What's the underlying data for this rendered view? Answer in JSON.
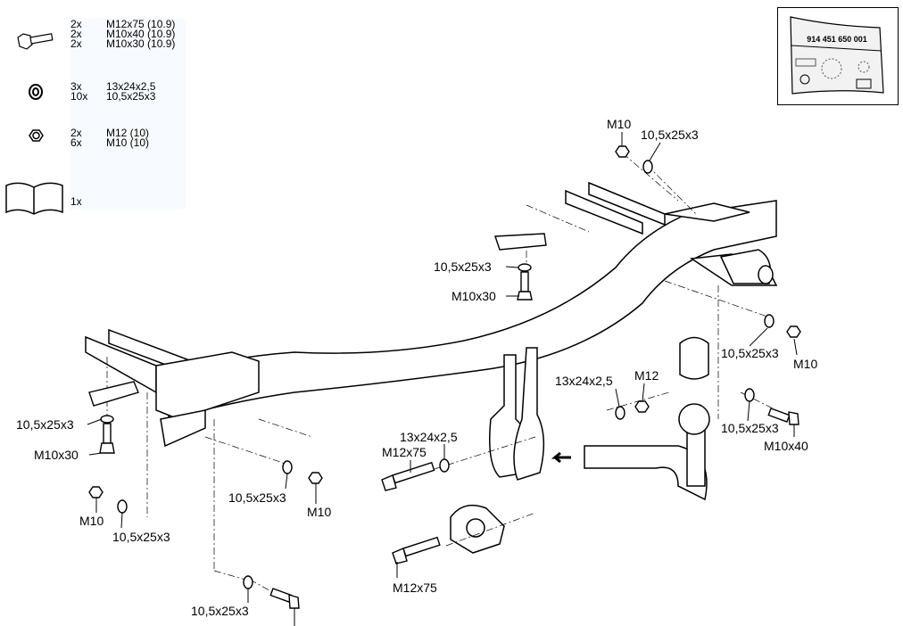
{
  "parts_list": {
    "bolts": [
      {
        "qty": "2x",
        "spec": "M12x75 (10.9)"
      },
      {
        "qty": "2x",
        "spec": "M10x40 (10.9)"
      },
      {
        "qty": "2x",
        "spec": "M10x30 (10.9)"
      }
    ],
    "washers": [
      {
        "qty": "3x",
        "spec": "13x24x2,5"
      },
      {
        "qty": "10x",
        "spec": "10,5x25x3"
      }
    ],
    "nuts": [
      {
        "qty": "2x",
        "spec": "M12 (10)"
      },
      {
        "qty": "6x",
        "spec": "M10 (10)"
      }
    ],
    "manual": {
      "qty": "1x"
    }
  },
  "kit": {
    "part_number": "914 451 650 001"
  },
  "callouts": [
    "M10",
    "10,5x25x3",
    "10,5x25x3",
    "M10x30",
    "10,5x25x3",
    "M10",
    "13x24x2,5",
    "M12",
    "10,5x25x3",
    "M10x40",
    "13x24x2,5",
    "M12x75",
    "10,5x25x3",
    "M10x30",
    "10,5x25x3",
    "M10",
    "M10",
    "10,5x25x3",
    "M12x75",
    "10,5x25x3"
  ]
}
